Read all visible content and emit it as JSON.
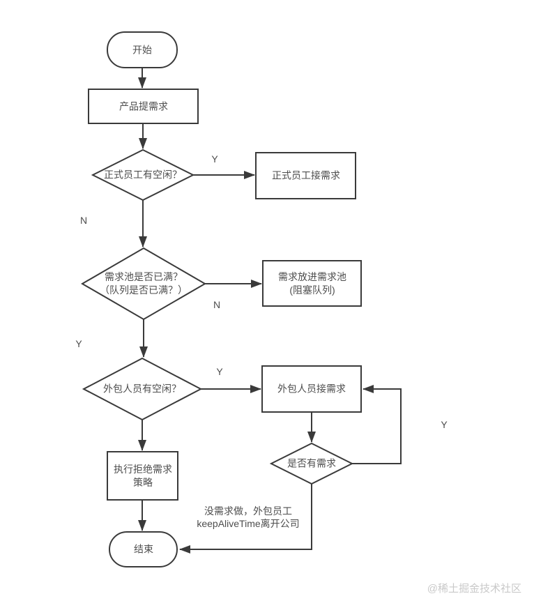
{
  "diagram": {
    "nodes": {
      "start": {
        "label": "开始"
      },
      "submit_requirement": {
        "label": "产品提需求"
      },
      "decision_regular_idle": {
        "label": "正式员工有空闲？"
      },
      "regular_take": {
        "label": "正式员工接需求"
      },
      "decision_pool_full": {
        "line1": "需求池是否已满？",
        "line2": "（队列是否已满？）"
      },
      "put_into_pool": {
        "line1": "需求放进需求池",
        "line2": "(阻塞队列)"
      },
      "decision_outsource_idle": {
        "label": "外包人员有空闲？"
      },
      "outsource_take": {
        "label": "外包人员接需求"
      },
      "reject_policy": {
        "line1": "执行拒绝需求",
        "line2": "策略"
      },
      "end": {
        "label": "结束"
      },
      "decision_has_demand": {
        "label": "是否有需求"
      }
    },
    "edge_labels": {
      "regular_idle_yes": "Y",
      "regular_idle_no": "N",
      "pool_full_no": "N",
      "pool_full_yes": "Y",
      "outsource_idle_yes": "Y",
      "has_demand_yes": "Y"
    },
    "annotation": {
      "line1": "没需求做，外包员工",
      "line2": "keepAliveTime离开公司"
    },
    "watermark": "@稀土掘金技术社区"
  },
  "colors": {
    "line": "#3a3a3a",
    "text": "#4d4d4d",
    "watermark": "#c9c9c9",
    "background": "#ffffff"
  }
}
